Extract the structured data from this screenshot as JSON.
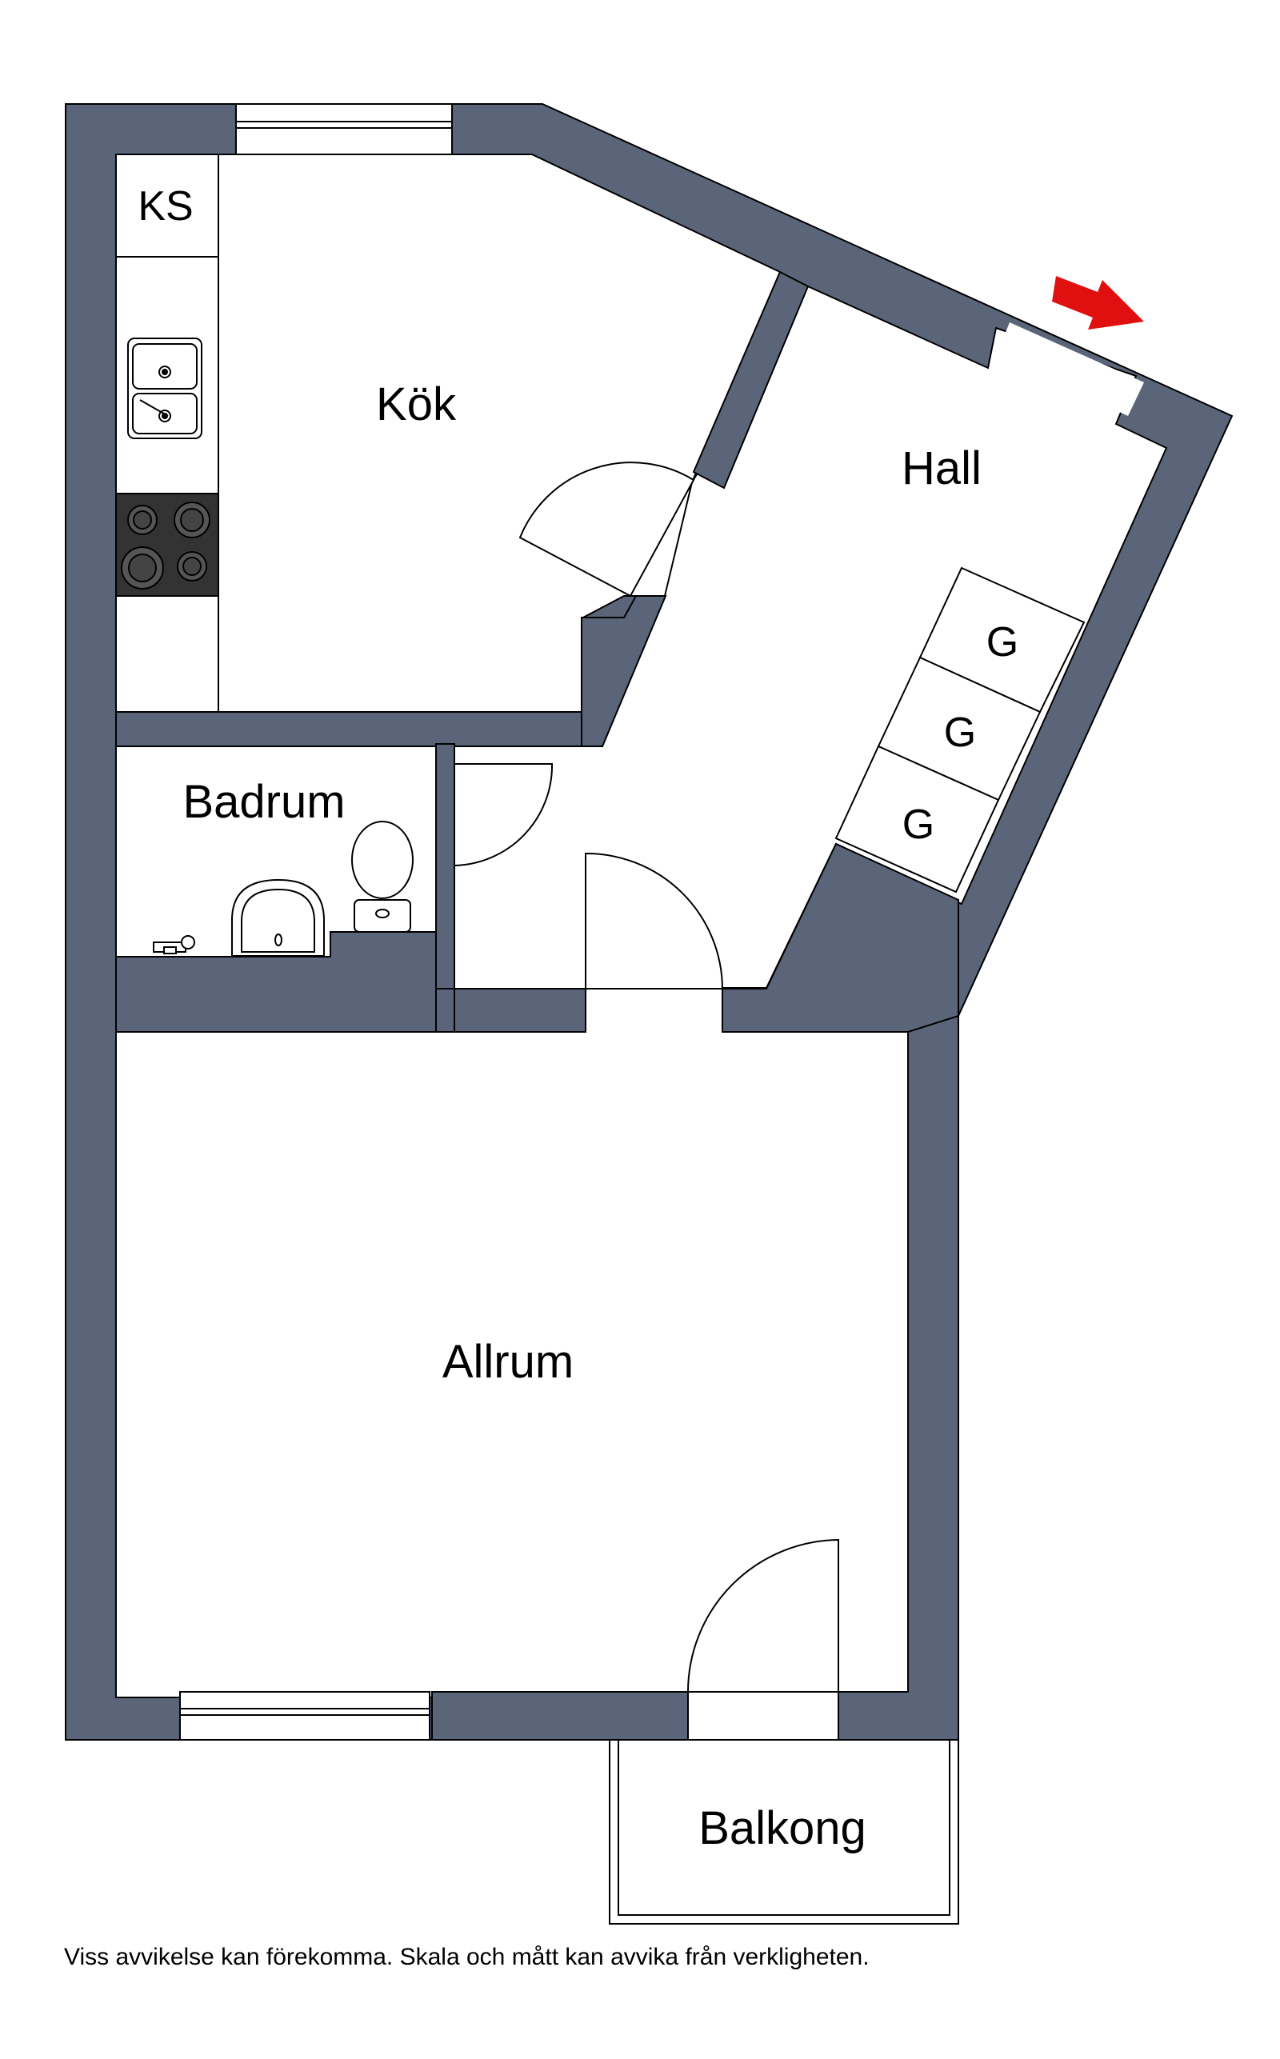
{
  "rooms": {
    "kitchen": "Kök",
    "hall": "Hall",
    "bathroom": "Badrum",
    "living": "Allrum",
    "balcony": "Balkong"
  },
  "fixtures": {
    "ks": "KS",
    "wardrobes": [
      "G",
      "G",
      "G"
    ]
  },
  "disclaimer": "Viss avvikelse kan förekomma. Skala och mått kan avvika från verkligheten.",
  "colors": {
    "wall": "#5b6579",
    "entrance_arrow": "#e01010",
    "stove": "#333333"
  },
  "icons": [
    "sink-icon",
    "stove-icon",
    "toilet-icon",
    "washbasin-icon",
    "faucet-icon",
    "entrance-arrow-icon"
  ]
}
